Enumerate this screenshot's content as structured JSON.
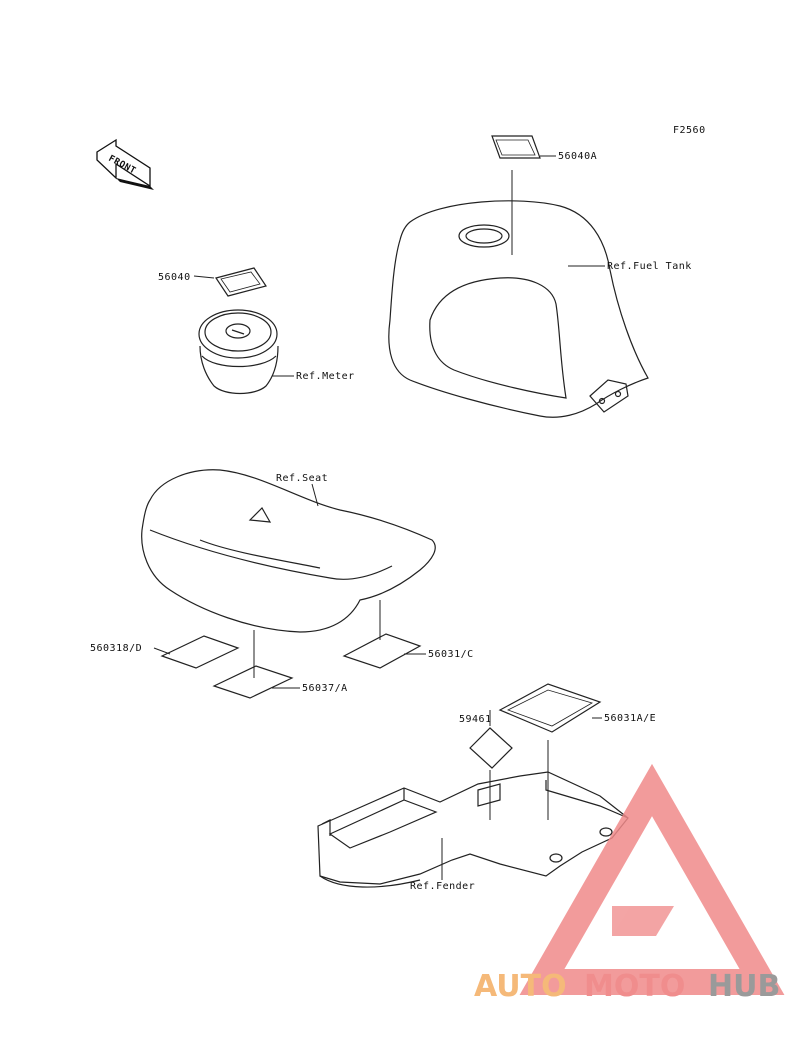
{
  "figure_code": "F2560",
  "front_label": "FRONT",
  "parts": {
    "fuel_tank_label": "56040A",
    "meter_label": "56040",
    "seat_left_label": "560318/D",
    "seat_mid_label": "56037/A",
    "seat_right_label": "56031/C",
    "fender_small_label": "59461",
    "fender_large_label": "56031A/E"
  },
  "refs": {
    "fuel_tank": "Ref.Fuel Tank",
    "meter": "Ref.Meter",
    "seat": "Ref.Seat",
    "fender": "Ref.Fender"
  },
  "watermark": {
    "part1": "AUTO",
    "part2": "MOTO",
    "part3": "HUB",
    "color1": "#f5b979",
    "color2": "#f08d8d",
    "color3": "#9a9a9a",
    "triangle_color": "#f08a8a"
  }
}
